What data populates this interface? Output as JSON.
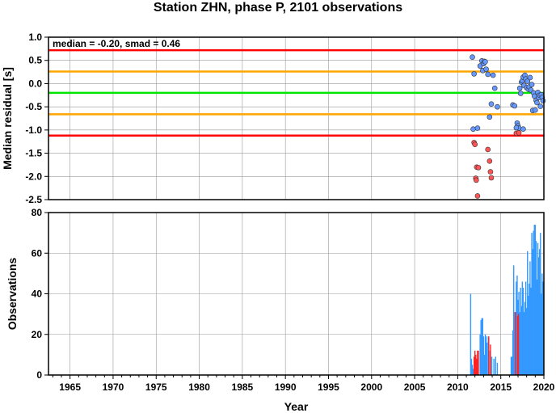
{
  "title": "Station ZHN, phase P, 2101 observations",
  "chart_data": [
    {
      "type": "scatter",
      "ylabel": "Median residual [s]",
      "annotation": "median = -0.20, smad = 0.46",
      "xlim": [
        1962.5,
        2020
      ],
      "ylim": [
        -2.5,
        1.0
      ],
      "yticks": [
        "1.0",
        "0.5",
        "0.0",
        "-0.5",
        "-1.0",
        "-1.5",
        "-2.0",
        "-2.5"
      ],
      "grid": true,
      "reference_lines": [
        {
          "name": "median",
          "y": -0.2,
          "color": "#00e600"
        },
        {
          "name": "upper 1 smad",
          "y": 0.26,
          "color": "#ffa500"
        },
        {
          "name": "lower 1 smad",
          "y": -0.66,
          "color": "#ffa500"
        },
        {
          "name": "upper 2 smad",
          "y": 0.72,
          "color": "#ff0000"
        },
        {
          "name": "lower 2 smad",
          "y": -1.12,
          "color": "#ff0000"
        }
      ],
      "series": [
        {
          "color": "#6699ff",
          "points": [
            [
              2011.7,
              0.57
            ],
            [
              2011.9,
              0.21
            ],
            [
              2011.8,
              -0.98
            ],
            [
              2012.3,
              -0.96
            ],
            [
              2012.6,
              0.38
            ],
            [
              2012.8,
              0.49
            ],
            [
              2013.0,
              0.43
            ],
            [
              2013.1,
              0.48
            ],
            [
              2013.2,
              0.47
            ],
            [
              2012.9,
              0.28
            ],
            [
              2013.3,
              0.31
            ],
            [
              2013.5,
              0.2
            ],
            [
              2013.7,
              -0.72
            ],
            [
              2013.9,
              -0.44
            ],
            [
              2014.1,
              0.18
            ],
            [
              2014.3,
              -0.1
            ],
            [
              2014.6,
              -0.5
            ],
            [
              2016.4,
              -0.46
            ],
            [
              2016.6,
              -0.48
            ],
            [
              2016.9,
              -0.85
            ],
            [
              2017.0,
              -0.91
            ],
            [
              2017.1,
              -0.96
            ],
            [
              2017.2,
              -0.1
            ],
            [
              2017.3,
              -0.21
            ],
            [
              2017.4,
              0.03
            ],
            [
              2017.5,
              0.06
            ],
            [
              2017.6,
              0.14
            ],
            [
              2017.7,
              -0.04
            ],
            [
              2017.8,
              0.18
            ],
            [
              2017.9,
              0.1
            ],
            [
              2018.0,
              -0.09
            ],
            [
              2018.1,
              0.05
            ],
            [
              2018.2,
              -0.12
            ],
            [
              2018.3,
              -0.07
            ],
            [
              2018.4,
              0.13
            ],
            [
              2018.5,
              -0.14
            ],
            [
              2018.6,
              -0.02
            ],
            [
              2018.7,
              -0.58
            ],
            [
              2018.8,
              -0.2
            ],
            [
              2018.9,
              -0.27
            ],
            [
              2019.0,
              -0.57
            ],
            [
              2019.1,
              -0.36
            ],
            [
              2019.2,
              -0.41
            ],
            [
              2019.3,
              -0.19
            ],
            [
              2019.4,
              -0.3
            ],
            [
              2019.5,
              -0.25
            ],
            [
              2019.6,
              -0.49
            ],
            [
              2019.7,
              -0.24
            ],
            [
              2019.8,
              -0.3
            ],
            [
              2019.9,
              -0.37
            ],
            [
              2016.8,
              -0.95
            ],
            [
              2017.6,
              -0.98
            ]
          ]
        },
        {
          "color": "#ff5555",
          "points": [
            [
              2011.9,
              -1.27
            ],
            [
              2012.0,
              -1.31
            ],
            [
              2012.1,
              -2.04
            ],
            [
              2012.2,
              -1.8
            ],
            [
              2012.3,
              -2.42
            ],
            [
              2012.4,
              -1.81
            ],
            [
              2012.15,
              -2.08
            ],
            [
              2013.5,
              -1.42
            ],
            [
              2013.7,
              -1.67
            ],
            [
              2013.8,
              -1.9
            ],
            [
              2013.9,
              -2.03
            ],
            [
              2016.8,
              -1.07
            ],
            [
              2017.1,
              -1.06
            ]
          ]
        }
      ]
    },
    {
      "type": "bar",
      "xlabel": "Year",
      "ylabel": "Observations",
      "xlim": [
        1962.5,
        2020
      ],
      "ylim": [
        0,
        80
      ],
      "xticks": [
        "1965",
        "1970",
        "1975",
        "1980",
        "1985",
        "1990",
        "1995",
        "2000",
        "2005",
        "2010",
        "2015",
        "2020"
      ],
      "yticks": [
        "0",
        "20",
        "40",
        "60",
        "80"
      ],
      "grid": true,
      "series": [
        {
          "color": "#3399ff",
          "bars": [
            [
              2011.5,
              40
            ],
            [
              2011.6,
              8
            ],
            [
              2011.7,
              5
            ],
            [
              2011.8,
              3
            ],
            [
              2012.6,
              20
            ],
            [
              2012.7,
              27
            ],
            [
              2012.8,
              28
            ],
            [
              2012.9,
              28
            ],
            [
              2013.0,
              19
            ],
            [
              2013.1,
              10
            ],
            [
              2013.2,
              20
            ],
            [
              2013.3,
              19
            ],
            [
              2013.4,
              16
            ],
            [
              2013.55,
              19
            ],
            [
              2013.75,
              12
            ],
            [
              2013.95,
              9
            ],
            [
              2014.2,
              8
            ],
            [
              2014.4,
              9
            ],
            [
              2014.6,
              6
            ],
            [
              2016.2,
              9
            ],
            [
              2016.3,
              9
            ],
            [
              2016.4,
              22
            ],
            [
              2016.5,
              54
            ],
            [
              2016.6,
              31
            ],
            [
              2016.8,
              46
            ],
            [
              2016.9,
              49
            ],
            [
              2017.0,
              37
            ],
            [
              2017.1,
              41
            ],
            [
              2017.2,
              31
            ],
            [
              2017.3,
              43
            ],
            [
              2017.4,
              34
            ],
            [
              2017.5,
              46
            ],
            [
              2017.6,
              43
            ],
            [
              2017.7,
              31
            ],
            [
              2017.8,
              36
            ],
            [
              2017.9,
              46
            ],
            [
              2018.0,
              33
            ],
            [
              2018.1,
              61
            ],
            [
              2018.2,
              39
            ],
            [
              2018.3,
              45
            ],
            [
              2018.4,
              56
            ],
            [
              2018.5,
              43
            ],
            [
              2018.6,
              70
            ],
            [
              2018.7,
              62
            ],
            [
              2018.8,
              71
            ],
            [
              2018.9,
              74
            ],
            [
              2019.0,
              74
            ],
            [
              2019.1,
              66
            ],
            [
              2019.2,
              47
            ],
            [
              2019.3,
              65
            ],
            [
              2019.4,
              58
            ],
            [
              2019.5,
              62
            ],
            [
              2019.6,
              70
            ],
            [
              2019.7,
              40
            ],
            [
              2019.8,
              50
            ],
            [
              2019.9,
              46
            ]
          ]
        },
        {
          "color": "#ff2222",
          "bars": [
            [
              2011.9,
              9
            ],
            [
              2012.0,
              12
            ],
            [
              2012.1,
              10
            ],
            [
              2012.2,
              8
            ],
            [
              2012.3,
              12
            ],
            [
              2012.4,
              12
            ],
            [
              2013.6,
              19
            ],
            [
              2013.8,
              15
            ],
            [
              2016.7,
              31
            ],
            [
              2016.95,
              29
            ],
            [
              2017.05,
              30
            ]
          ]
        }
      ]
    }
  ]
}
